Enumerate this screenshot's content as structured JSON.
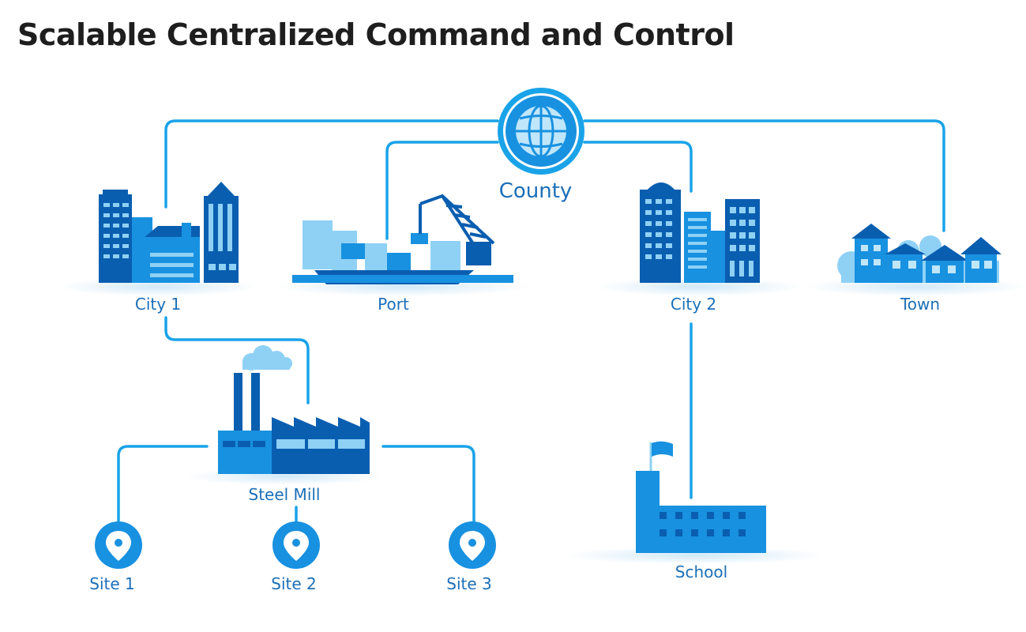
{
  "title": "Scalable Centralized Command and Control",
  "labels": {
    "county": "County",
    "city1": "City 1",
    "port": "Port",
    "city2": "City 2",
    "town": "Town",
    "steel_mill": "Steel Mill",
    "school": "School",
    "site1": "Site 1",
    "site2": "Site 2",
    "site3": "Site 3"
  },
  "icons": {
    "county": "globe-icon",
    "city1": "city-skyline-icon",
    "port": "port-crane-ship-icon",
    "city2": "city-skyline-icon",
    "town": "houses-icon",
    "steel_mill": "factory-icon",
    "school": "school-building-icon",
    "sites": "location-pin-icon"
  },
  "colors": {
    "dark_blue": "#0a5eb0",
    "mid_blue": "#1891e0",
    "light_blue": "#8fd1f5",
    "line": "#1aa3e8",
    "label": "#1b6fb8",
    "title": "#1e1e1e"
  }
}
